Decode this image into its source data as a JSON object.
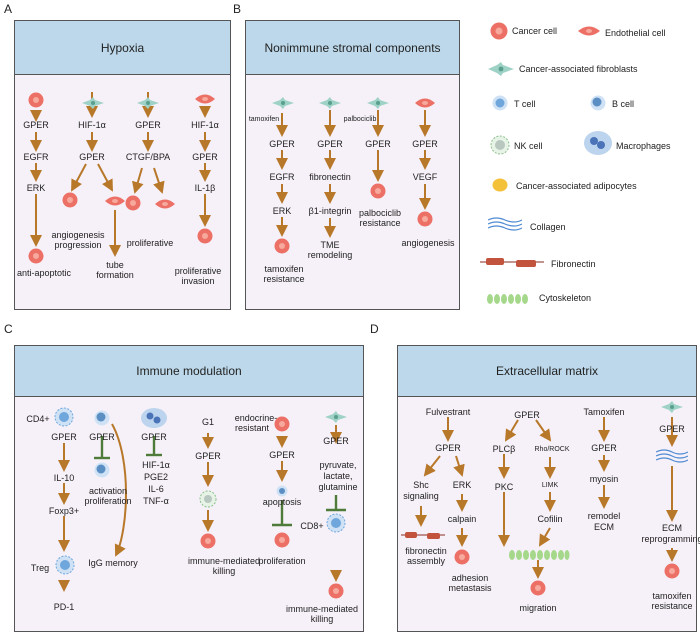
{
  "panels": {
    "A": {
      "letter": "A",
      "title": "Hypoxia",
      "labels": [
        "GPER",
        "EGFR",
        "ERK",
        "anti-apoptotic",
        "HIF-1α",
        "GPER",
        "angiogenesis",
        "progression",
        "tube",
        "formation",
        "GPER",
        "CTGF/BPA",
        "proliferative",
        "HIF-1α",
        "GPER",
        "IL-1β",
        "proliferative",
        "invasion"
      ]
    },
    "B": {
      "letter": "B",
      "title": "Nonimmune stromal components",
      "labels": [
        "tamoxifen",
        "GPER",
        "EGFR",
        "ERK",
        "tamoxifen",
        "resistance",
        "GPER",
        "fibronectin",
        "β1-integrin",
        "TME",
        "remodeling",
        "palbociclib",
        "GPER",
        "palbociclib",
        "resistance",
        "GPER",
        "VEGF",
        "angiogenesis"
      ]
    },
    "C": {
      "letter": "C",
      "title": "Immune modulation",
      "labels": [
        "CD4+",
        "GPER",
        "IL-10",
        "Foxp3+",
        "Treg",
        "PD-1",
        "GPER",
        "activation",
        "proliferation",
        "IgG memory",
        "GPER",
        "HIF-1α",
        "PGE2",
        "IL-6",
        "TNF-α",
        "G1",
        "GPER",
        "immune-mediated",
        "killing",
        "endocrine-",
        "resistant",
        "GPER",
        "apoptosis",
        "proliferation",
        "GPER",
        "pyruvate,",
        "lactate,",
        "glutamine",
        "CD8+",
        "immune-mediated",
        "killing"
      ]
    },
    "D": {
      "letter": "D",
      "title": "Extracellular matrix",
      "labels": [
        "Fulvestrant",
        "GPER",
        "Shc",
        "signaling",
        "ERK",
        "calpain",
        "fibronectin",
        "assembly",
        "adhesion",
        "metastasis",
        "GPER",
        "PLCβ",
        "Rho/ROCK",
        "PKC",
        "LIMK",
        "Cofilin",
        "migration",
        "Tamoxifen",
        "GPER",
        "myosin",
        "remodel",
        "ECM",
        "GPER",
        "ECM",
        "reprogramming",
        "tamoxifen",
        "resistance"
      ]
    }
  },
  "legend": {
    "items": [
      {
        "label": "Cancer cell",
        "icon": "cancer-cell-icon"
      },
      {
        "label": "Endothelial cell",
        "icon": "endothelial-cell-icon"
      },
      {
        "label": "Cancer-associated fibroblasts",
        "icon": "fibroblast-icon"
      },
      {
        "label": "T cell",
        "icon": "t-cell-icon"
      },
      {
        "label": "B cell",
        "icon": "b-cell-icon"
      },
      {
        "label": "NK cell",
        "icon": "nk-cell-icon"
      },
      {
        "label": "Macrophages",
        "icon": "macrophage-icon"
      },
      {
        "label": "Cancer-associated adipocytes",
        "icon": "adipocyte-icon"
      },
      {
        "label": "Collagen",
        "icon": "collagen-icon"
      },
      {
        "label": "Fibronectin",
        "icon": "fibronectin-icon"
      },
      {
        "label": "Cytoskeleton",
        "icon": "cytoskeleton-icon"
      }
    ]
  },
  "colors": {
    "arrow": "#b8782a",
    "inhibit": "#4e7a3a",
    "panel_bg": "#f6f1f8",
    "header_bg": "#bcd8ea",
    "cancer": "#ec7066",
    "tcell": "#6fa6dc"
  }
}
